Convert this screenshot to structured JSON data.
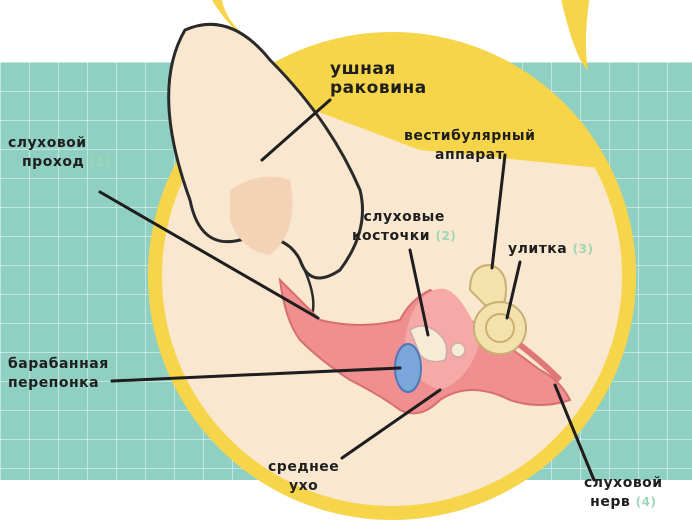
{
  "labels": {
    "pinna": {
      "line1": "ушная",
      "line2": "раковина"
    },
    "ear_canal": {
      "line1": "слуховой",
      "line2": "проход",
      "num": "(1)"
    },
    "vestibular": {
      "line1": "вестибулярный",
      "line2": "аппарат"
    },
    "ossicles": {
      "line1": "слуховые",
      "line2": "косточки",
      "num": "(2)"
    },
    "cochlea": {
      "line1": "улитка",
      "num": "(3)"
    },
    "eardrum": {
      "line1": "барабанная",
      "line2": "перепонка"
    },
    "middle_ear": {
      "line1": "среднее",
      "line2": "ухо"
    },
    "nerve": {
      "line1": "слуховой",
      "line2": "нерв",
      "num": "(4)"
    }
  },
  "colors": {
    "circle_yellow": "#f7d54a",
    "skin": "#f9e7cf",
    "pink": "#ef8f8f",
    "eardrum_blue": "#7aa6dc",
    "grid_teal": "#8fd0c2",
    "outline": "#2a2a2a"
  }
}
